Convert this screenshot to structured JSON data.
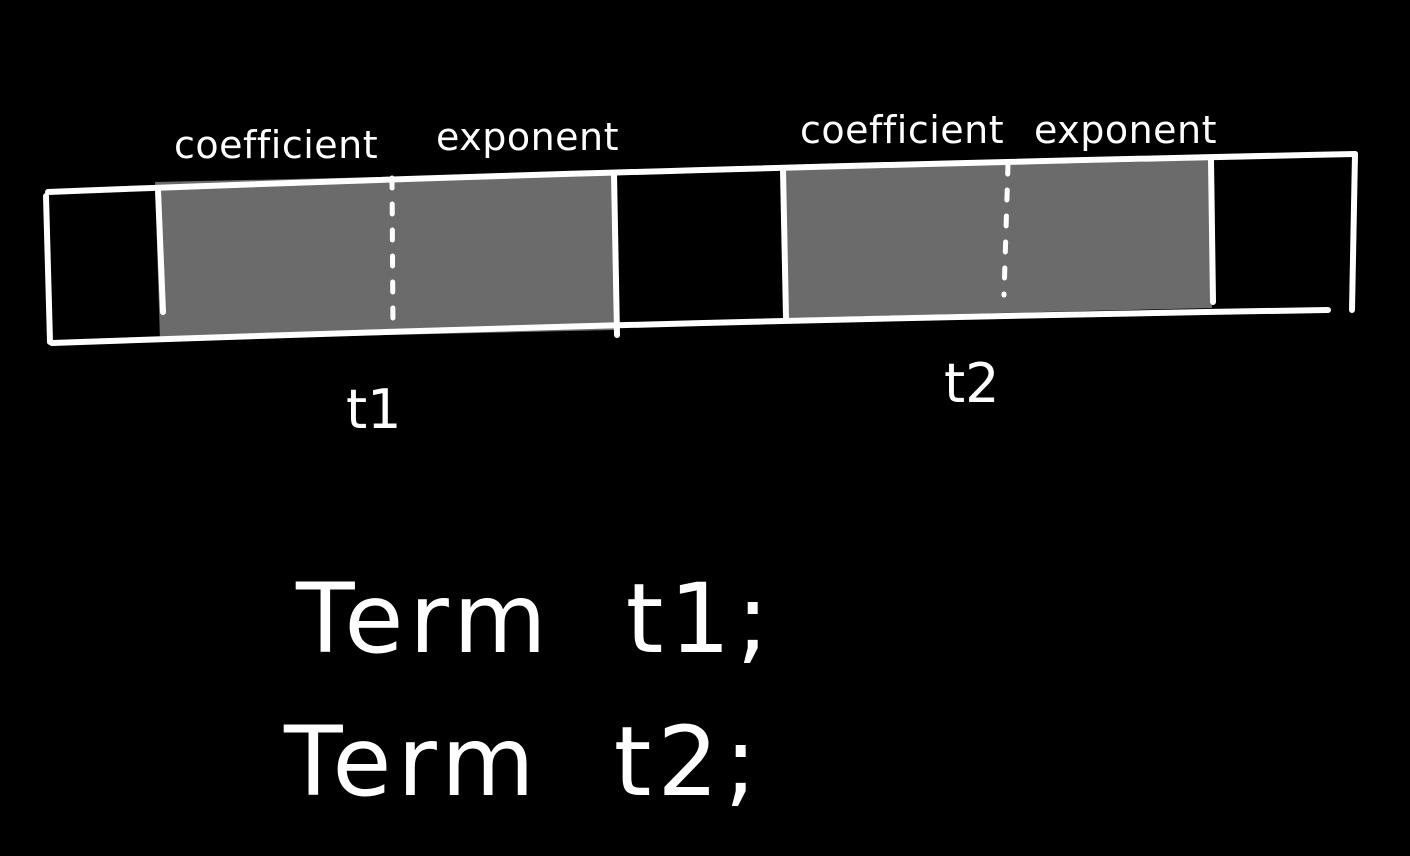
{
  "colors": {
    "background": "#000000",
    "ink": "#ffffff",
    "term_fill": "#6b6b6b"
  },
  "memory_diagram": {
    "terms": [
      {
        "variable": "t1",
        "fields": [
          "coefficient",
          "exponent"
        ]
      },
      {
        "variable": "t2",
        "fields": [
          "coefficient",
          "exponent"
        ]
      }
    ]
  },
  "code": {
    "lines": [
      "Term  t1;",
      "Term  t2;"
    ]
  }
}
